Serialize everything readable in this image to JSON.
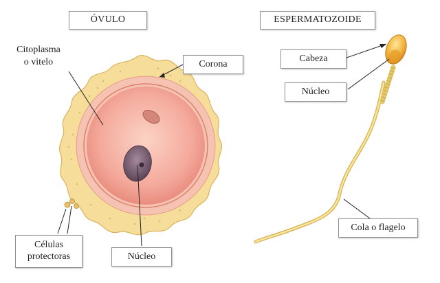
{
  "ovum": {
    "title": "ÓVULO",
    "labels": {
      "cytoplasm_line1": "Citoplasma",
      "cytoplasm_line2": "o vitelo",
      "corona": "Corona",
      "nucleus": "Núcleo",
      "cells_line1": "Células",
      "cells_line2": "protectoras"
    }
  },
  "sperm": {
    "title": "ESPERMATOZOIDE",
    "labels": {
      "head": "Cabeza",
      "nucleus": "Núcleo",
      "tail": "Cola o flagelo"
    }
  },
  "colors": {
    "corona_fill": "#f6dd9a",
    "corona_stroke": "#d9b25e",
    "zona": "#f3b9a6",
    "cytoplasm": "#f4aa9c",
    "ovum_nucleus": "#7b5e74",
    "sperm_head": "#f0b23a",
    "tail": "#f2d87a"
  }
}
